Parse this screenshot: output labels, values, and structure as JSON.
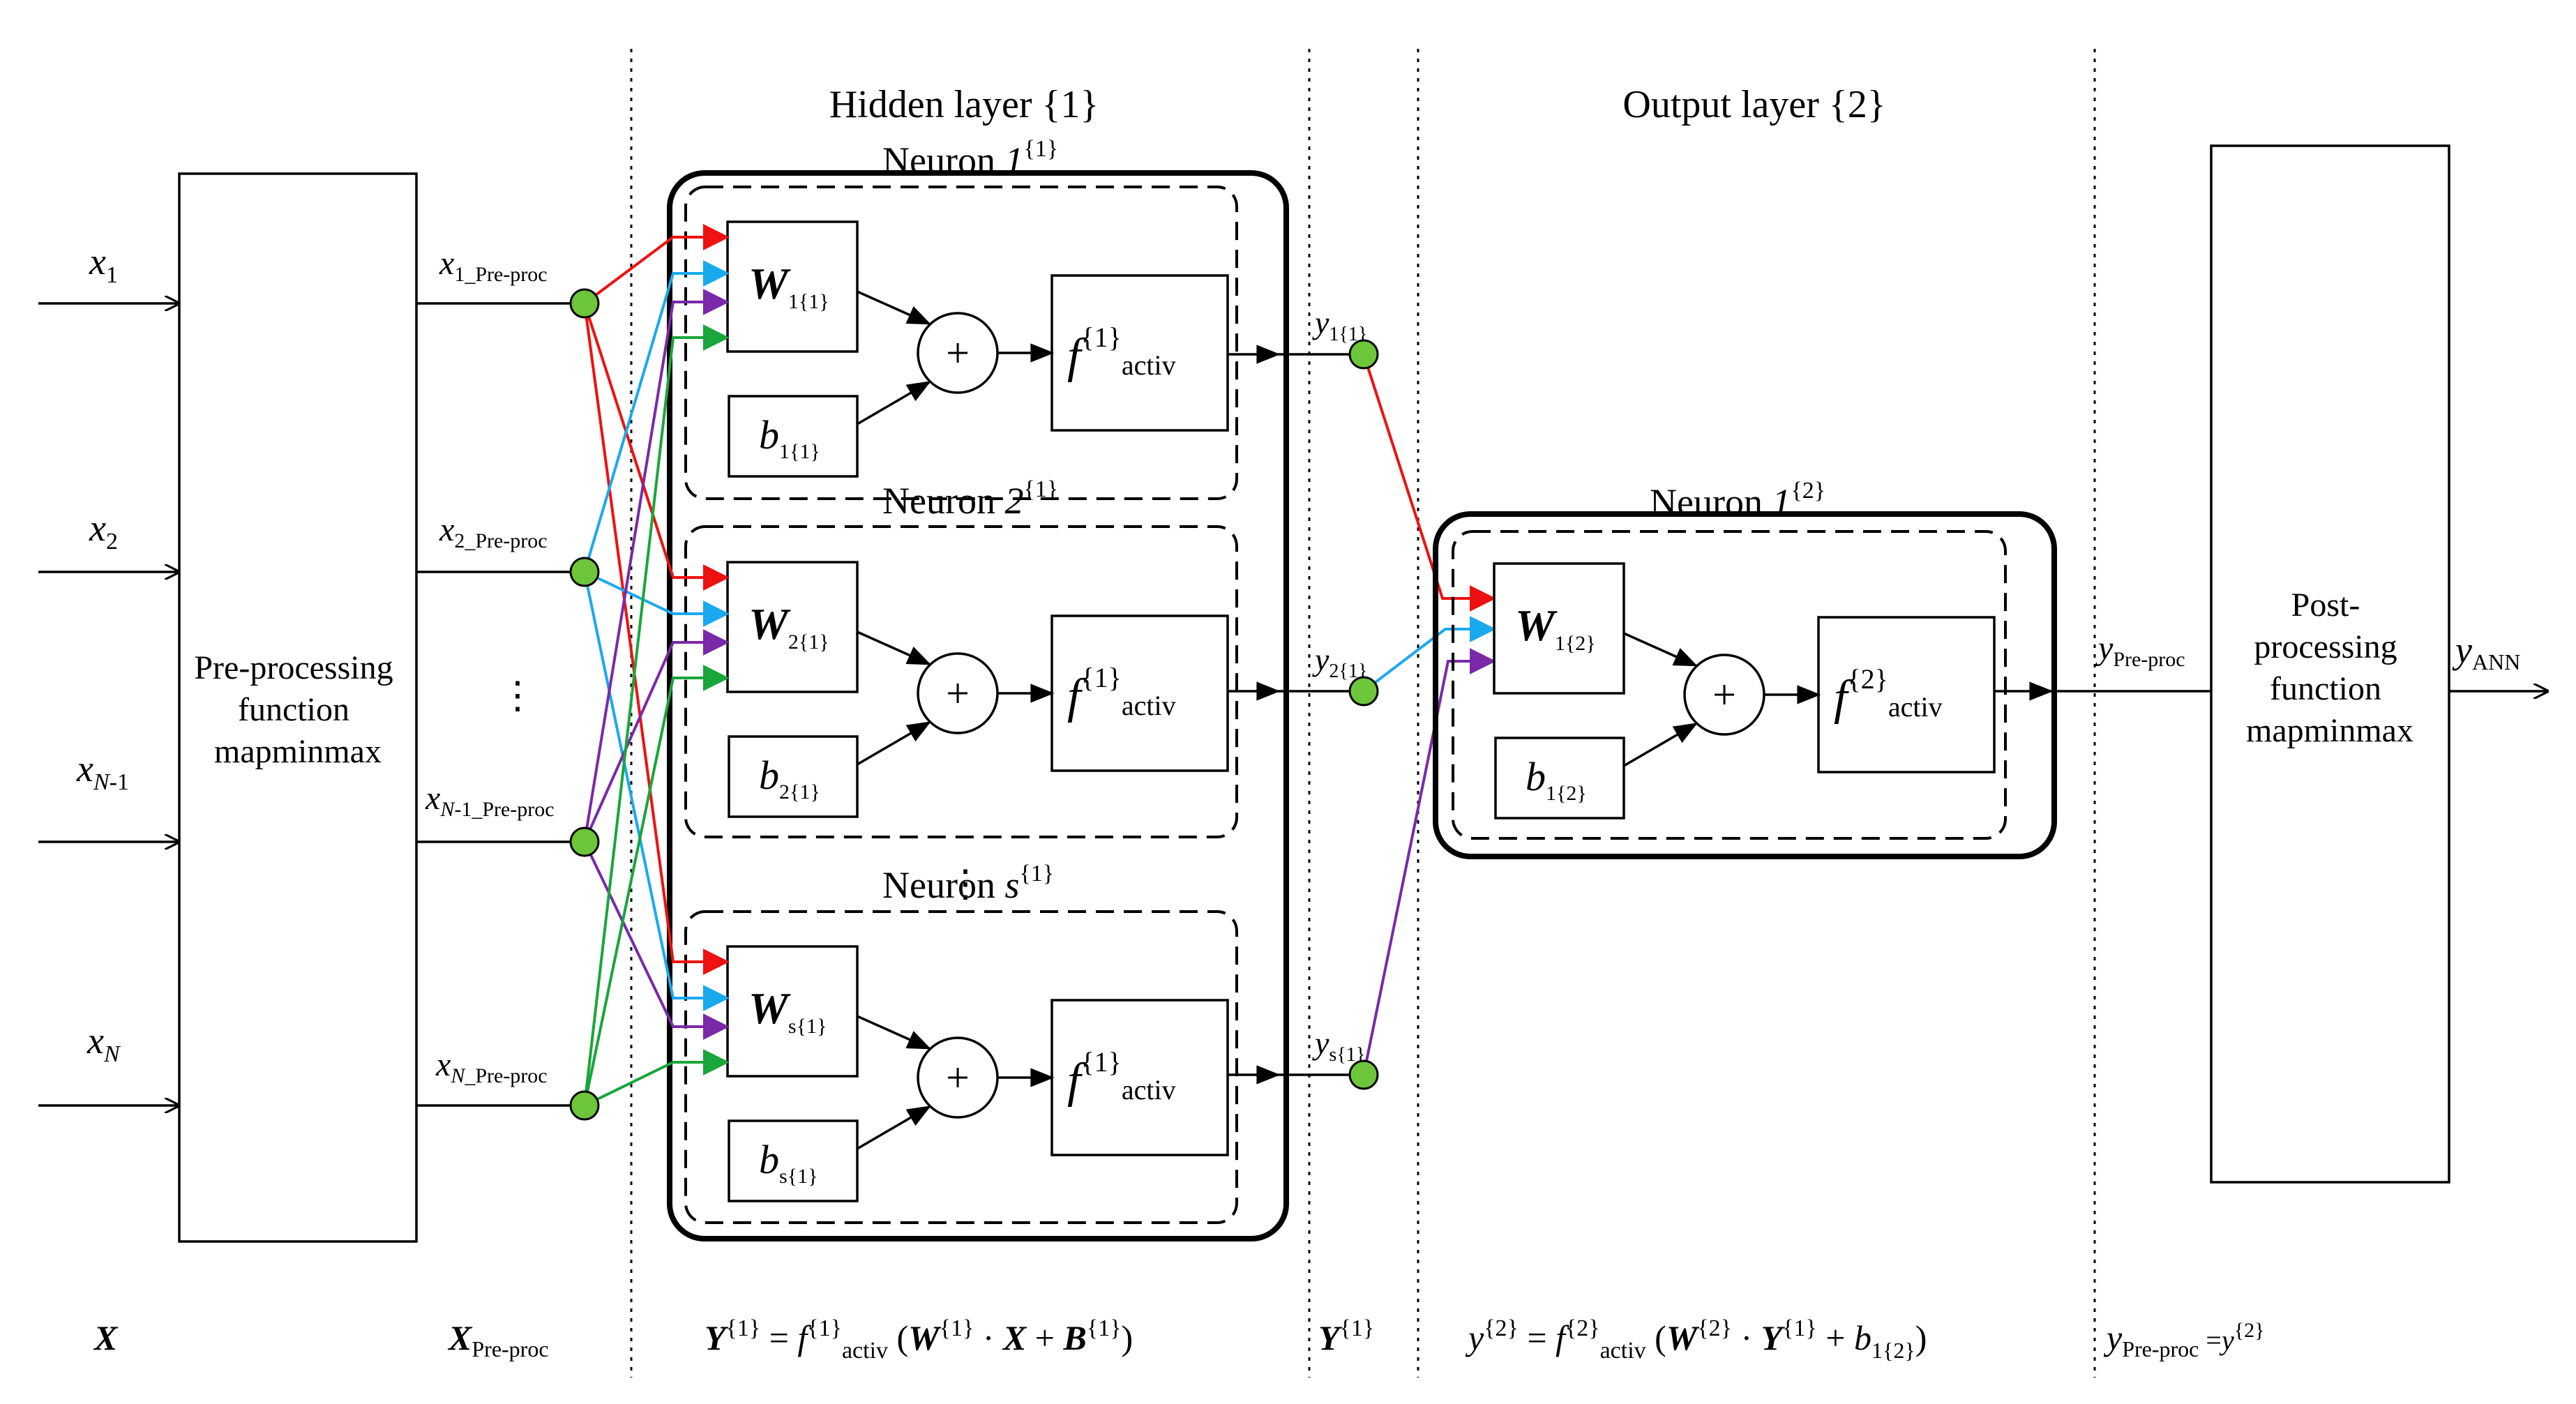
{
  "colors": {
    "red": "#ee1111",
    "cyan": "#19aaee",
    "purple": "#7a2aa8",
    "green": "#1aa63a",
    "node": "#6dc63a",
    "line": "#000000"
  },
  "headers": {
    "hidden": "Hidden layer {1}",
    "output": "Output layer {2}"
  },
  "inputs": [
    {
      "name": "x",
      "sub": "1"
    },
    {
      "name": "x",
      "sub": "2"
    },
    {
      "name": "x",
      "sub": "N",
      "sub2": "-1"
    },
    {
      "name": "x",
      "sub": "N"
    }
  ],
  "preproc_outputs": [
    {
      "name": "x",
      "sub": "1_Pre-proc"
    },
    {
      "name": "x",
      "sub": "2_Pre-proc"
    },
    {
      "name": "x",
      "sub": "N",
      "sub2": "-1_Pre-proc"
    },
    {
      "name": "x",
      "sub": "N",
      "sub2": "_Pre-proc"
    }
  ],
  "ellipsis": "⋮",
  "preproc_box": [
    "Pre-processing",
    "function",
    "mapminmax"
  ],
  "postproc_box": [
    "Post-",
    "processing",
    "function",
    "mapminmax"
  ],
  "hidden_neurons": [
    {
      "title": "Neuron ",
      "idx": "1",
      "sup": "{1}",
      "w": "W",
      "wsub": "1{1}",
      "b": "b",
      "bsub": "1{1}",
      "f": "f",
      "fsup": "{1}",
      "fsub": "activ",
      "y": "y",
      "ysub": "1{1}"
    },
    {
      "title": "Neuron ",
      "idx": "2",
      "sup": "{1}",
      "w": "W",
      "wsub": "2{1}",
      "b": "b",
      "bsub": "2{1}",
      "f": "f",
      "fsup": "{1}",
      "fsub": "activ",
      "y": "y",
      "ysub": "2{1}"
    },
    {
      "title": "Neuron ",
      "idx": "s",
      "sup": "{1}",
      "w": "W",
      "wsub": "s{1}",
      "b": "b",
      "bsub": "s{1}",
      "f": "f",
      "fsup": "{1}",
      "fsub": "activ",
      "y": "y",
      "ysub": "s{1}"
    }
  ],
  "output_neuron": {
    "title": "Neuron ",
    "idx": "1",
    "sup": "{2}",
    "w": "W",
    "wsub": "1{2}",
    "b": "b",
    "bsub": "1{2}",
    "f": "f",
    "fsup": "{2}",
    "fsub": "activ"
  },
  "summer": "+",
  "y_pre_proc": {
    "name": "y",
    "sub": "Pre-proc"
  },
  "y_ann": {
    "name": "y",
    "sub": "ANN"
  },
  "bottom": {
    "X": "X",
    "xpre": {
      "name": "X",
      "sub": "Pre-proc"
    },
    "eq1": {
      "lhs": "Y",
      "lhs_sup": "{1}",
      "eq": " = ",
      "f": "f",
      "f_sup": "{1}",
      "f_sub": "activ",
      "open": " (",
      "W": "W",
      "W_sup": "{1}",
      "dot": " · ",
      "X": "X",
      "plus": " + ",
      "B": "B",
      "B_sup": "{1}",
      "close": ")"
    },
    "Y1": {
      "name": "Y",
      "sup": "{1}"
    },
    "eq2": {
      "lhs": "y",
      "lhs_sup": "{2}",
      "eq": " = ",
      "f": "f",
      "f_sup": "{2}",
      "f_sub": "activ",
      "open": " (",
      "W": "W",
      "W_sup": "{2}",
      "dot": " · ",
      "Y": "Y",
      "Y_sup": "{1}",
      "plus": " + ",
      "b": "b",
      "b_sub": "1{2}",
      "close": ")"
    },
    "ypre": {
      "name": "y",
      "sub": "Pre-proc",
      "eq": " =",
      "y": "y",
      "sup": "{2}"
    }
  }
}
